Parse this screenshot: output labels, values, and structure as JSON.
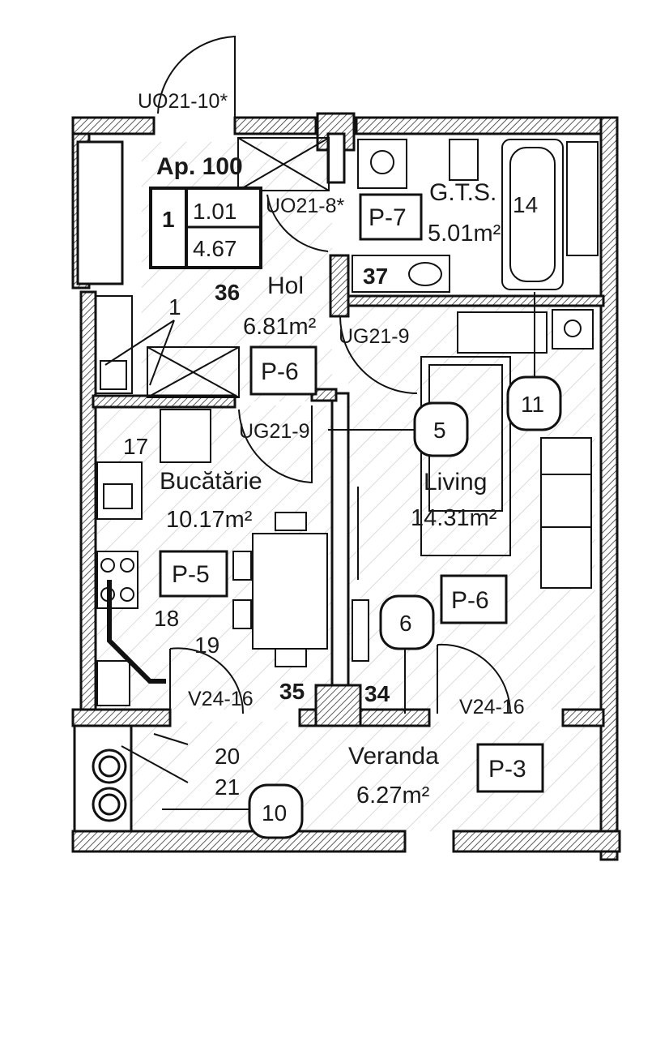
{
  "apartment": {
    "title": "Ap. 100",
    "table": {
      "index": "1",
      "useful_area": "1.01",
      "built_area": "4.67"
    }
  },
  "rooms": {
    "hol": {
      "name": "Hol",
      "area": "6.81m²",
      "finish": "P-6",
      "number": "36"
    },
    "gts": {
      "name": "G.T.S.",
      "area": "5.01m²",
      "finish": "P-7",
      "number": "14"
    },
    "bucatarie": {
      "name": "Bucătărie",
      "area": "10.17m²",
      "finish": "P-5"
    },
    "living": {
      "name": "Living",
      "area": "14.31m²",
      "finish": "P-6"
    },
    "veranda": {
      "name": "Veranda",
      "area": "6.27m²",
      "finish": "P-3"
    }
  },
  "doors": {
    "entrance": "UO21-10*",
    "bathroom": "UO21-8*",
    "living": "UG21-9",
    "kitchen": "UG21-9",
    "veranda_kitchen": "V24-16",
    "veranda_living": "V24-16"
  },
  "markers": {
    "m1": "1",
    "m17": "17",
    "m18": "18",
    "m19": "19",
    "m20": "20",
    "m21": "21",
    "m34": "34",
    "m35": "35",
    "m37": "37"
  },
  "circles": {
    "c5": "5",
    "c6": "6",
    "c10": "10",
    "c11": "11"
  }
}
